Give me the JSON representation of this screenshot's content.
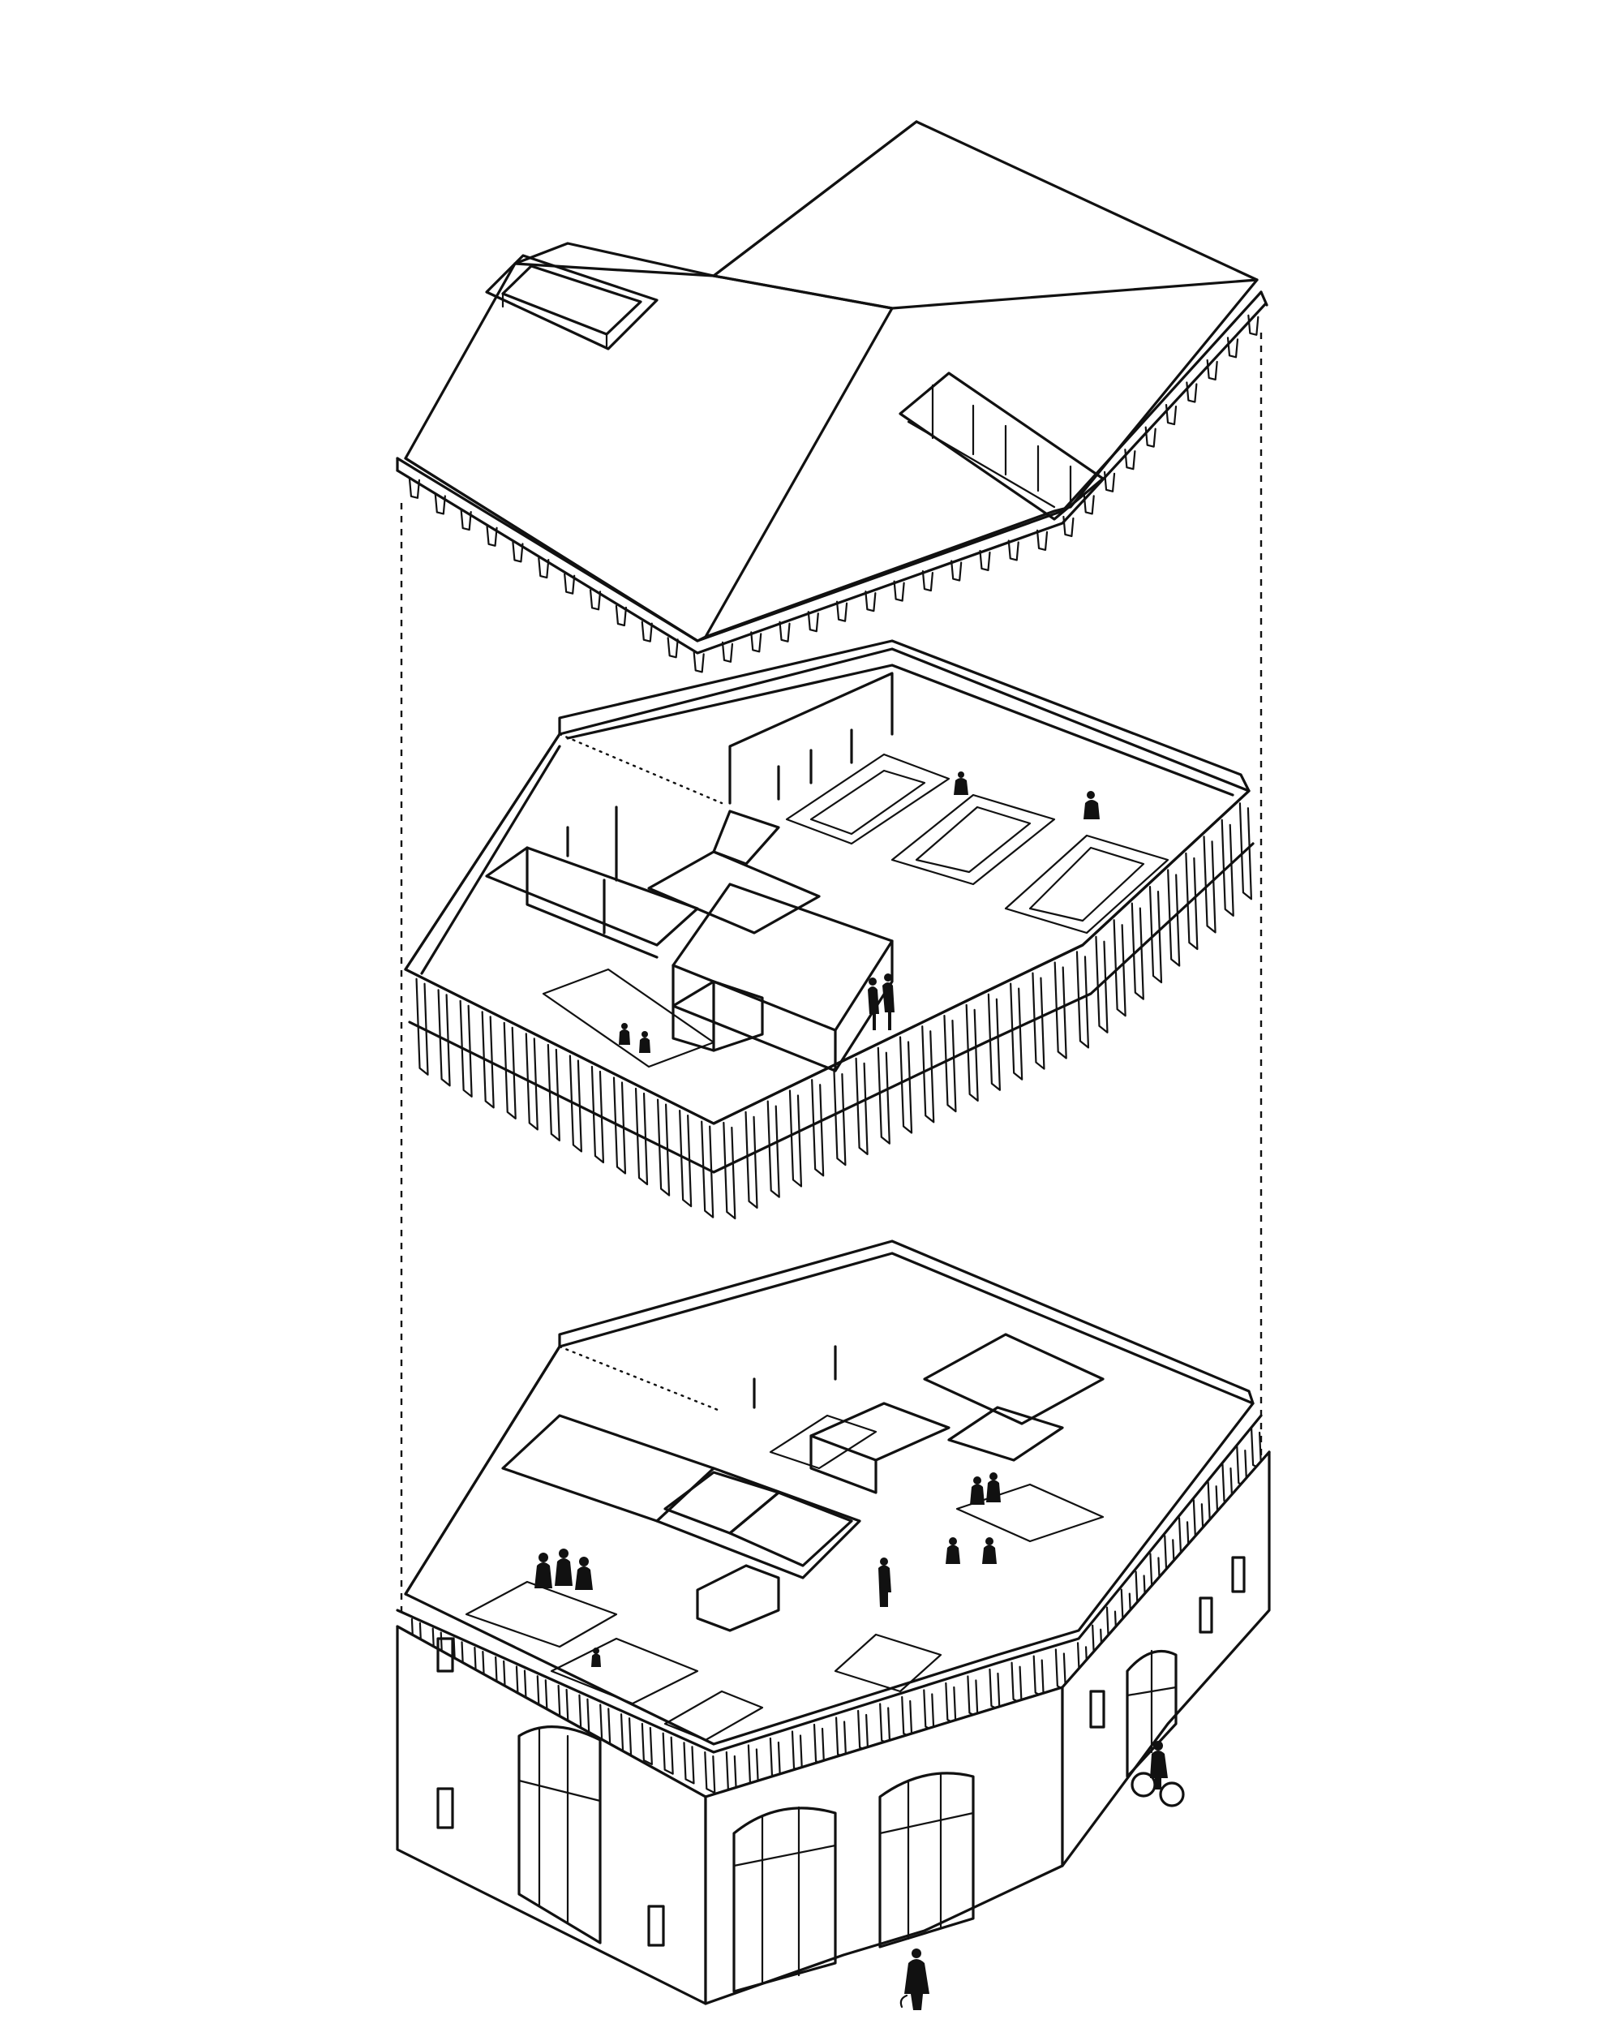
{
  "diagram": {
    "type": "exploded-axonometric",
    "layers": [
      {
        "id": "roof",
        "elements": [
          "hipped-roof",
          "skylight-opening",
          "roof-terrace-cutout",
          "eaves-with-rafters"
        ]
      },
      {
        "id": "upper-floor",
        "elements": [
          "perimeter-fins",
          "rooms",
          "conference-tables",
          "people"
        ]
      },
      {
        "id": "ground-floor",
        "elements": [
          "arched-openings",
          "windows",
          "interior-rooms",
          "tables",
          "people",
          "cyclist"
        ]
      }
    ],
    "alignment_lines": "dashed",
    "colors": {
      "ink": "#111111",
      "background": "#ffffff"
    }
  }
}
